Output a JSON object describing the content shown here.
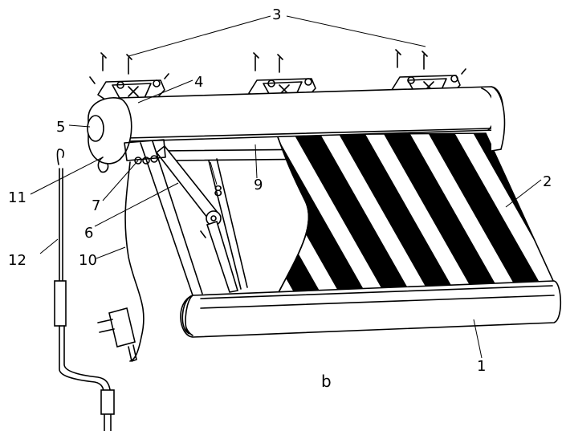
{
  "caption": "b",
  "labels": [
    {
      "id": "1",
      "text": "1"
    },
    {
      "id": "2",
      "text": "2"
    },
    {
      "id": "3",
      "text": "3"
    },
    {
      "id": "4",
      "text": "4"
    },
    {
      "id": "5",
      "text": "5"
    },
    {
      "id": "6",
      "text": "6"
    },
    {
      "id": "7",
      "text": "7"
    },
    {
      "id": "8",
      "text": "8"
    },
    {
      "id": "9",
      "text": "9"
    },
    {
      "id": "10",
      "text": "10"
    },
    {
      "id": "11",
      "text": "11"
    },
    {
      "id": "12",
      "text": "12"
    }
  ]
}
